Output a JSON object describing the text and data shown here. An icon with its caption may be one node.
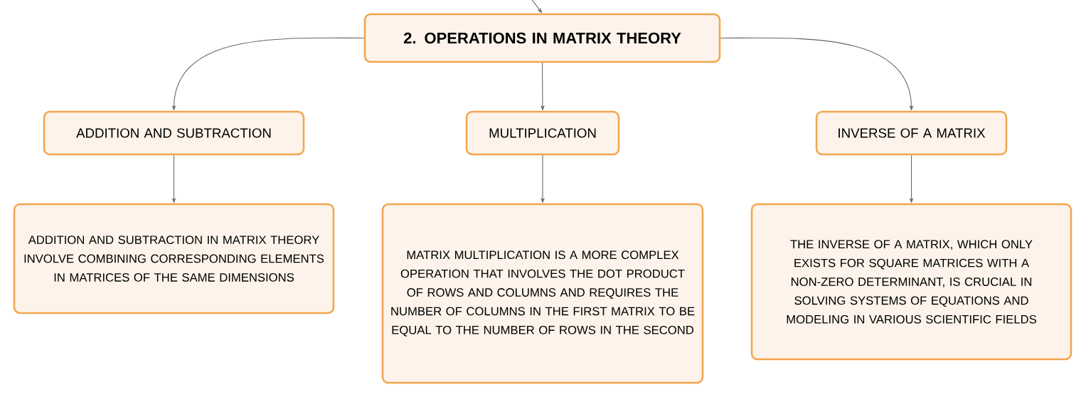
{
  "diagram": {
    "nodes": [
      {
        "text": [
          "2. OPERATIONS IN MATRIX THEORY"
        ]
      },
      {
        "text": [
          "ADDITION AND SUBTRACTION"
        ]
      },
      {
        "text": [
          "MULTIPLICATION"
        ]
      },
      {
        "text": [
          "INVERSE OF A MATRIX"
        ]
      },
      {
        "text": [
          "ADDITION AND SUBTRACTION IN MATRIX THEORY INVOLVE COMBINING CORRESPONDING ELEMENTS IN MATRICES OF THE SAME DIMENSIONS"
        ]
      },
      {
        "text": [
          "MATRIX MULTIPLICATION IS A MORE COMPLEX OPERATION THAT INVOLVES THE DOT PRODUCT OF ROWS AND COLUMNS AND REQUIRES THE NUMBER OF COLUMNS IN THE FIRST MATRIX TO BE EQUAL TO THE NUMBER OF ROWS IN THE SECOND"
        ]
      },
      {
        "text": [
          "THE INVERSE OF A MATRIX, WHICH ONLY EXISTS FOR SQUARE MATRICES WITH A NON-ZERO DETERMINANT, IS CRUCIAL IN SOLVING SYSTEMS OF EQUATIONS AND MODELING IN VARIOUS SCIENTIFIC FIELDS"
        ]
      }
    ],
    "edges": [
      {
        "from": null,
        "to": 0,
        "arrow": "to"
      },
      {
        "from": 0,
        "to": 1,
        "arrow": "to"
      },
      {
        "from": 0,
        "to": 2,
        "arrow": "to"
      },
      {
        "from": 0,
        "to": 3,
        "arrow": "to"
      },
      {
        "from": 1,
        "to": 4,
        "arrow": "to"
      },
      {
        "from": 2,
        "to": 5,
        "arrow": "to"
      },
      {
        "from": 3,
        "to": 6,
        "arrow": "to"
      }
    ]
  }
}
